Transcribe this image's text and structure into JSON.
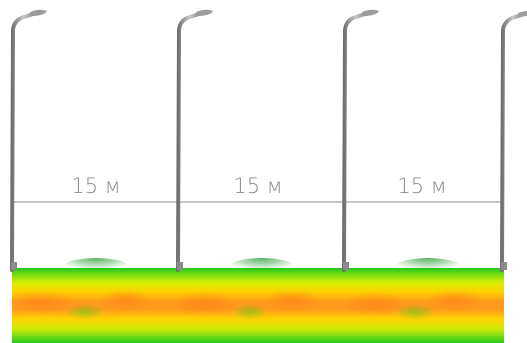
{
  "spans": [
    {
      "label": "15 м"
    },
    {
      "label": "15 м"
    },
    {
      "label": "15 м"
    }
  ],
  "colors": {
    "pole": "#9a9a9a",
    "dimension_line": "#a0a0a0",
    "label": "#8a8a8a",
    "heatmap_low": "#22cc22",
    "heatmap_mid": "#ffe600",
    "heatmap_high": "#ff8a1a"
  }
}
